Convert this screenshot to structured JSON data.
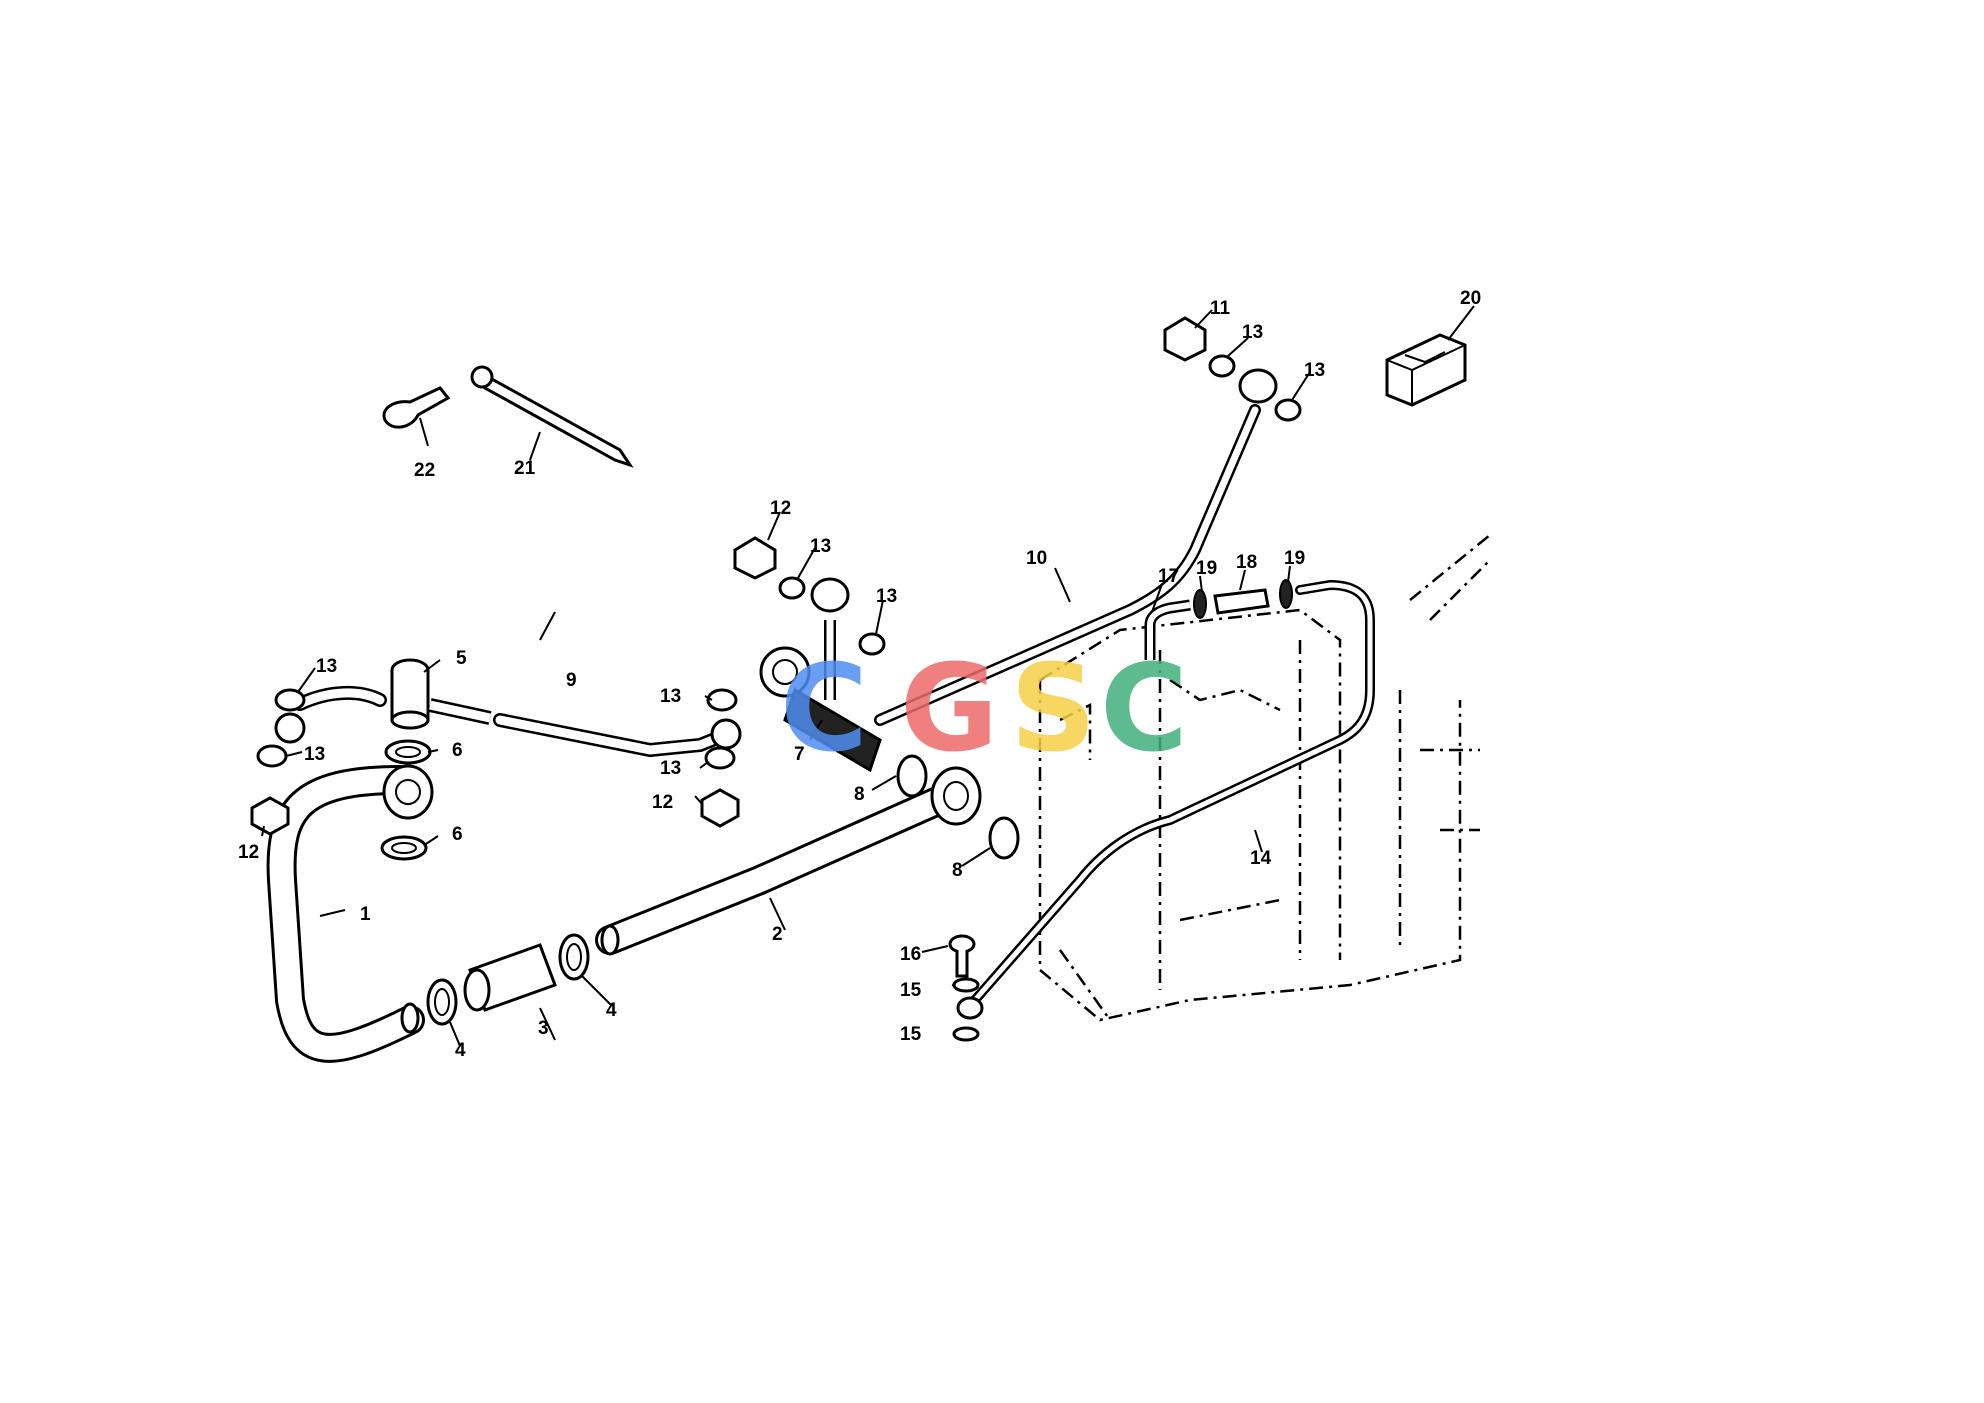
{
  "diagram": {
    "callouts": [
      "1",
      "2",
      "3",
      "4",
      "4",
      "5",
      "6",
      "6",
      "7",
      "8",
      "8",
      "9",
      "10",
      "11",
      "12",
      "12",
      "12",
      "13",
      "13",
      "13",
      "13",
      "13",
      "13",
      "13",
      "13",
      "14",
      "15",
      "15",
      "16",
      "17",
      "18",
      "19",
      "19",
      "20",
      "21",
      "22"
    ]
  },
  "watermark": {
    "letters": [
      "C",
      "G",
      "S",
      "C"
    ],
    "colors": [
      "#4f8ef0",
      "#ee6a6a",
      "#f7cf47",
      "#43b07d"
    ]
  }
}
